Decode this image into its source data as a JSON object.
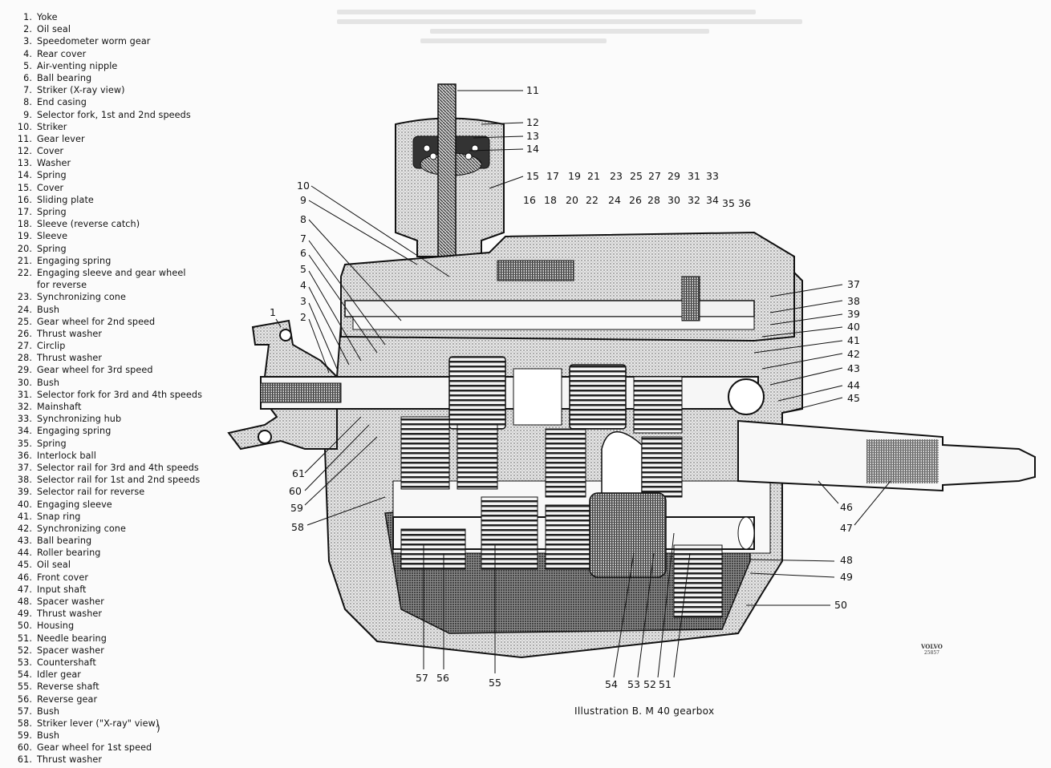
{
  "document": {
    "caption": "Illustration B.   M 40 gearbox",
    "logo": {
      "brand": "VOLVO",
      "code": "25857"
    },
    "stray_mark": ")"
  },
  "legend": [
    {
      "num": "1.",
      "label": "Yoke"
    },
    {
      "num": "2.",
      "label": "Oil seal"
    },
    {
      "num": "3.",
      "label": "Speedometer worm gear"
    },
    {
      "num": "4.",
      "label": "Rear cover"
    },
    {
      "num": "5.",
      "label": "Air-venting nipple"
    },
    {
      "num": "6.",
      "label": "Ball bearing"
    },
    {
      "num": "7.",
      "label": "Striker (X-ray view)"
    },
    {
      "num": "8.",
      "label": "End casing"
    },
    {
      "num": "9.",
      "label": "Selector fork, 1st and 2nd speeds"
    },
    {
      "num": "10.",
      "label": "Striker"
    },
    {
      "num": "11.",
      "label": "Gear lever"
    },
    {
      "num": "12.",
      "label": "Cover"
    },
    {
      "num": "13.",
      "label": "Washer"
    },
    {
      "num": "14.",
      "label": "Spring"
    },
    {
      "num": "15.",
      "label": "Cover"
    },
    {
      "num": "16.",
      "label": "Sliding plate"
    },
    {
      "num": "17.",
      "label": "Spring"
    },
    {
      "num": "18.",
      "label": "Sleeve (reverse catch)"
    },
    {
      "num": "19.",
      "label": "Sleeve"
    },
    {
      "num": "20.",
      "label": "Spring"
    },
    {
      "num": "21.",
      "label": "Engaging spring"
    },
    {
      "num": "22.",
      "label": "Engaging sleeve and gear wheel",
      "cont": "for reverse"
    },
    {
      "num": "23.",
      "label": "Synchronizing cone"
    },
    {
      "num": "24.",
      "label": "Bush"
    },
    {
      "num": "25.",
      "label": "Gear wheel for 2nd speed"
    },
    {
      "num": "26.",
      "label": "Thrust washer"
    },
    {
      "num": "27.",
      "label": "Circlip"
    },
    {
      "num": "28.",
      "label": "Thrust washer"
    },
    {
      "num": "29.",
      "label": "Gear wheel for 3rd speed"
    },
    {
      "num": "30.",
      "label": "Bush"
    },
    {
      "num": "31.",
      "label": "Selector fork for 3rd and 4th speeds"
    },
    {
      "num": "32.",
      "label": "Mainshaft"
    },
    {
      "num": "33.",
      "label": "Synchronizing hub"
    },
    {
      "num": "34.",
      "label": "Engaging spring"
    },
    {
      "num": "35.",
      "label": "Spring"
    },
    {
      "num": "36.",
      "label": "Interlock ball"
    },
    {
      "num": "37.",
      "label": "Selector rail for 3rd and 4th speeds"
    },
    {
      "num": "38.",
      "label": "Selector rail for 1st and 2nd speeds"
    },
    {
      "num": "39.",
      "label": "Selector rail for reverse"
    },
    {
      "num": "40.",
      "label": "Engaging sleeve"
    },
    {
      "num": "41.",
      "label": "Snap ring"
    },
    {
      "num": "42.",
      "label": "Synchronizing cone"
    },
    {
      "num": "43.",
      "label": "Ball bearing"
    },
    {
      "num": "44.",
      "label": "Roller bearing"
    },
    {
      "num": "45.",
      "label": "Oil seal"
    },
    {
      "num": "46.",
      "label": "Front cover"
    },
    {
      "num": "47.",
      "label": "Input shaft"
    },
    {
      "num": "48.",
      "label": "Spacer washer"
    },
    {
      "num": "49.",
      "label": "Thrust washer"
    },
    {
      "num": "50.",
      "label": "Housing"
    },
    {
      "num": "51.",
      "label": "Needle bearing"
    },
    {
      "num": "52.",
      "label": "Spacer washer"
    },
    {
      "num": "53.",
      "label": "Countershaft"
    },
    {
      "num": "54.",
      "label": "Idler gear"
    },
    {
      "num": "55.",
      "label": "Reverse shaft"
    },
    {
      "num": "56.",
      "label": "Reverse gear"
    },
    {
      "num": "57.",
      "label": "Bush"
    },
    {
      "num": "58.",
      "label": "Striker lever (\"X-ray\" view)"
    },
    {
      "num": "59.",
      "label": "Bush"
    },
    {
      "num": "60.",
      "label": "Gear wheel for 1st speed"
    },
    {
      "num": "61.",
      "label": "Thrust washer"
    }
  ],
  "callouts": {
    "left": [
      "10",
      "9",
      "8",
      "7",
      "6",
      "5",
      "4",
      "3",
      "2",
      "1"
    ],
    "top_row_upper": [
      "15",
      "17",
      "19",
      "21",
      "23",
      "25",
      "27",
      "29",
      "31",
      "33"
    ],
    "top_row_lower": [
      "16",
      "18",
      "20",
      "22",
      "24",
      "26",
      "28",
      "30",
      "32",
      "34",
      "35",
      "36"
    ],
    "lever": [
      "11",
      "12",
      "13",
      "14"
    ],
    "right": [
      "37",
      "38",
      "39",
      "40",
      "41",
      "42",
      "43",
      "44",
      "45"
    ],
    "front": [
      "46",
      "47",
      "48",
      "49",
      "50"
    ],
    "bottom": [
      "57",
      "56",
      "55",
      "54",
      "53",
      "52",
      "51"
    ],
    "lower_left": [
      "61",
      "60",
      "59",
      "58"
    ]
  }
}
